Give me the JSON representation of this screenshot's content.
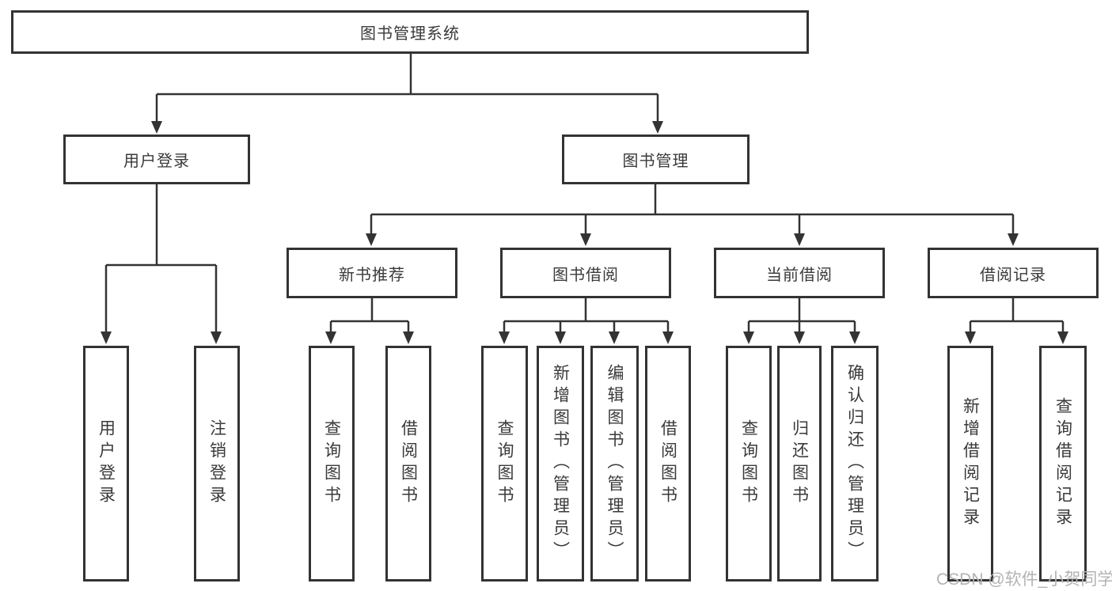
{
  "colors": {
    "line": "#333333",
    "box_border": "#333333",
    "text": "#3a3a3a",
    "watermark": "#b3b3b3",
    "background": "#ffffff"
  },
  "watermark": {
    "text": "CSDN @软件_小贺同学"
  },
  "tree": {
    "label": "图书管理系统",
    "children": [
      {
        "label": "用户登录",
        "children": [
          {
            "label": "用户登录"
          },
          {
            "label": "注销登录"
          }
        ]
      },
      {
        "label": "图书管理",
        "children": [
          {
            "label": "新书推荐",
            "children": [
              {
                "label": "查询图书"
              },
              {
                "label": "借阅图书"
              }
            ]
          },
          {
            "label": "图书借阅",
            "children": [
              {
                "label": "查询图书"
              },
              {
                "label": "新增图书（管理员）"
              },
              {
                "label": "编辑图书（管理员）"
              },
              {
                "label": "借阅图书"
              }
            ]
          },
          {
            "label": "当前借阅",
            "children": [
              {
                "label": "查询图书"
              },
              {
                "label": "归还图书"
              },
              {
                "label": "确认归还（管理员）"
              }
            ]
          },
          {
            "label": "借阅记录",
            "children": [
              {
                "label": "新增借阅记录"
              },
              {
                "label": "查询借阅记录"
              }
            ]
          }
        ]
      }
    ]
  }
}
